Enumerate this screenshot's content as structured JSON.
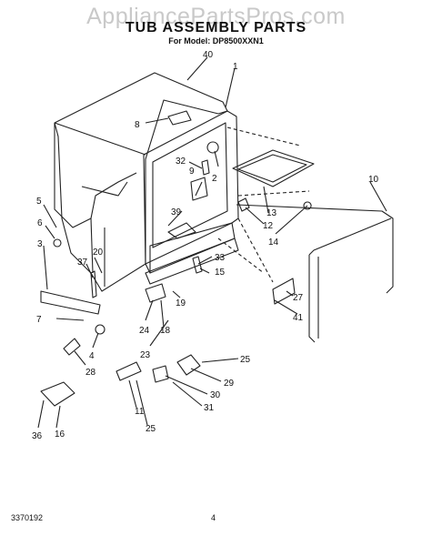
{
  "watermark": "AppliancePartsPros.com",
  "title": "TUB ASSEMBLY PARTS",
  "subtitle": "For Model: DP8500XXN1",
  "footer": {
    "doc_number": "3370192",
    "page_number": "4"
  },
  "callouts": [
    "40",
    "1",
    "8",
    "32",
    "9",
    "2",
    "5",
    "39",
    "6",
    "13",
    "12",
    "10",
    "14",
    "3",
    "20",
    "37",
    "33",
    "15",
    "27",
    "41",
    "7",
    "19",
    "24",
    "18",
    "23",
    "25",
    "4",
    "28",
    "29",
    "30",
    "31",
    "11",
    "25",
    "36",
    "16"
  ]
}
